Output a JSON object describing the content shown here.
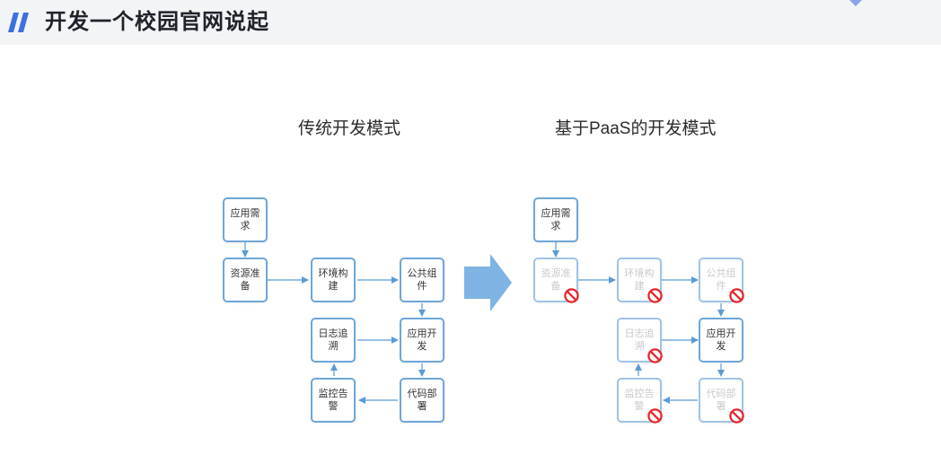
{
  "header": {
    "title": "开发一个校园官网说起"
  },
  "icons": {
    "header_bars": "double-slash-bars-icon",
    "corner_logo": "brand-logo-icon",
    "flow_arrow": "big-right-arrow-icon",
    "disabled_marker": "no-entry-icon"
  },
  "colors": {
    "accent": "#3d6fe0",
    "node_border": "#6ea6d9",
    "arrow": "#5b9bd5",
    "big_arrow": "#7fb3e3",
    "no_sign": "#e8242b"
  },
  "left": {
    "title": "传统开发模式",
    "nodes": {
      "req": "应用需求",
      "res": "资源准备",
      "env": "环境构建",
      "pub": "公共组件",
      "log": "日志追溯",
      "app": "应用开发",
      "mon": "监控告警",
      "code": "代码部署"
    }
  },
  "right": {
    "title": "基于PaaS的开发模式",
    "nodes": {
      "req": "应用需求",
      "res": "资源准备",
      "env": "环境构建",
      "pub": "公共组件",
      "log": "日志追溯",
      "app": "应用开发",
      "mon": "监控告警",
      "code": "代码部署"
    }
  }
}
